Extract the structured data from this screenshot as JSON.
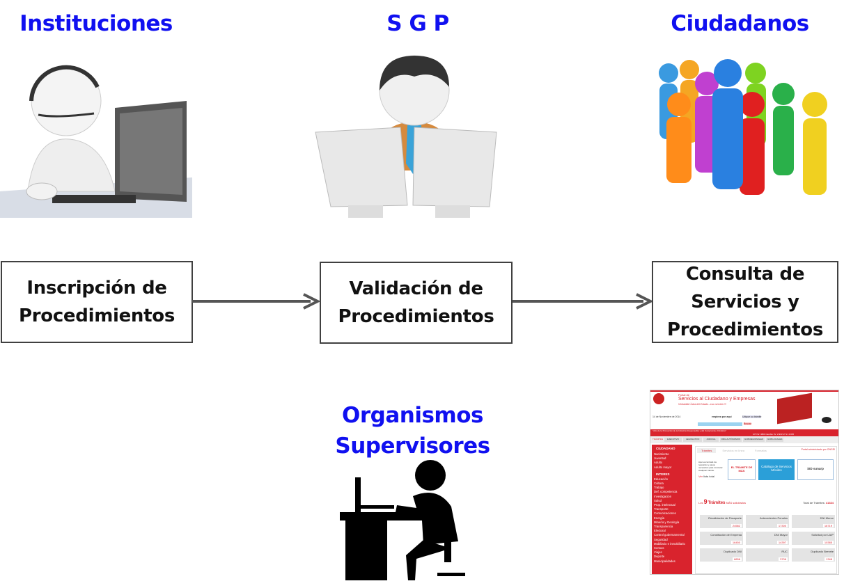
{
  "actors": {
    "institutions": "Instituciones",
    "sgp": "S G P",
    "citizens": "Ciudadanos",
    "supervisors_line1": "Organismos",
    "supervisors_line2": "Supervisores"
  },
  "steps": [
    {
      "label": "Inscripción de\nProcedimientos"
    },
    {
      "label": "Validación de\nProcedimientos"
    },
    {
      "label": "Consulta de\nServicios y\nProcedimientos"
    }
  ],
  "colors": {
    "title": "#1010f0",
    "portal_red": "#d9232d"
  },
  "portal": {
    "header_small": "Portal de",
    "header_title": "Servicios al Ciudadano y Empresas",
    "header_tagline": "Ventanilla Única del Estado...a su servicio !!!",
    "date": "14 de Noviembre de 2014",
    "start_here": "empieza por aquí",
    "find_procedure": "Ubique su trámite",
    "search_button": "Buscar",
    "banner": "\"Año de la Promoción de la Industria Responsable y del Compromiso Climático\"",
    "rates": "UIT=S/. 3800 Cambio: S/. 2.933 V/ S/. 2.935",
    "nav": [
      "TRÁMITES",
      "EJECUTIVO",
      "LEGISLATIVO",
      "JUDICIAL",
      "ORG.AUTÓNOMOS",
      "GOB.REGIONALES",
      "GOB.LOCALES"
    ],
    "sidebar_ciudadano_title": "CIUDADANO",
    "sidebar_ciudadano": [
      "Nacimiento",
      "Juventud",
      "Adulto",
      "Adulto mayor"
    ],
    "sidebar_intereses_title": "INTERES",
    "sidebar_intereses": [
      "Educación",
      "Cultura",
      "Trabajo",
      "Def. competencia",
      "Investigación",
      "Salud",
      "Prop. intelectual",
      "Transporte",
      "Comunicaciones",
      "Energía",
      "Minería y Geología",
      "Transparencia",
      "Electoral",
      "Control gubernamental",
      "Seguridad",
      "Mobiliario e inmobiliario",
      "Censos",
      "Viajes",
      "Deporte",
      "Municipalidades"
    ],
    "tabs": [
      "Trámites",
      "Servicios en línea",
      "Formatos"
    ],
    "admin": "Portal administrado por ONGEI",
    "intro": "Aquí encontrará los requisitos y pasos necesarios para concretar cualquier trámite.",
    "see_full_list_a": "Ver",
    "see_full_list_b": "lista total",
    "promo1": "EL TRÁMITE DE MÁS",
    "promo2": "Catálogo de Servicios Móviles",
    "promo3": "SID sunarp",
    "top_prefix": "Los",
    "top_number": "9",
    "top_title": "Trámites",
    "top_sub": "MÁS solicitados",
    "total_label": "Total de Trámites:",
    "total_value": "41334",
    "tiles": [
      {
        "name": "Revalidación de Pasaporte",
        "count": "24582"
      },
      {
        "name": "Antecedentes Penales",
        "count": "17300"
      },
      {
        "name": "DNI Menor",
        "count": "16719"
      },
      {
        "name": "Constitución de Empresa",
        "count": "16450"
      },
      {
        "name": "DNI Mayor",
        "count": "14397"
      },
      {
        "name": "Solicitud por LAIP",
        "count": "10385"
      },
      {
        "name": "Duplicado DNI",
        "count": "8806"
      },
      {
        "name": "RUC",
        "count": "3706"
      },
      {
        "name": "Duplicado Brevete",
        "count": "1348"
      }
    ]
  }
}
